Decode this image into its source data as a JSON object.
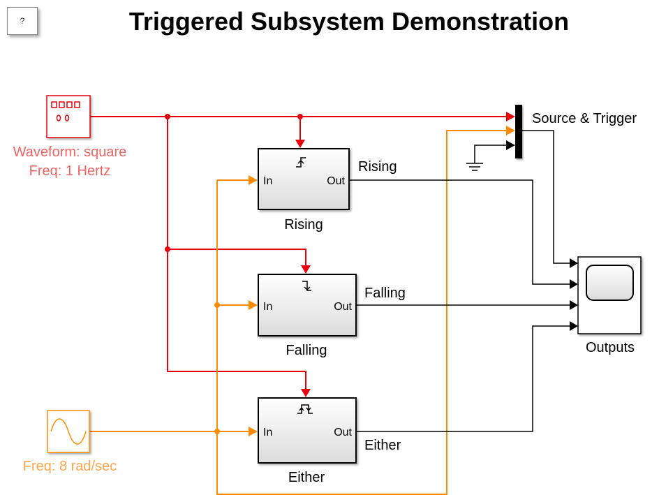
{
  "help": {
    "label": "?"
  },
  "title": "Triggered Subsystem Demonstration",
  "source_square": {
    "line1": "Waveform: square",
    "line2": "Freq: 1 Hertz"
  },
  "source_sine": {
    "label": "Freq: 8 rad/sec"
  },
  "subsystems": [
    {
      "name": "Rising",
      "in_port": "In",
      "out_port": "Out",
      "signal": "Rising",
      "trigger": "rising"
    },
    {
      "name": "Falling",
      "in_port": "In",
      "out_port": "Out",
      "signal": "Falling",
      "trigger": "falling"
    },
    {
      "name": "Either",
      "in_port": "In",
      "out_port": "Out",
      "signal": "Either",
      "trigger": "either"
    }
  ],
  "mux": {
    "signal": "Source & Trigger"
  },
  "scope": {
    "name": "Outputs"
  },
  "colors": {
    "red": "#e8000b",
    "orange": "#ff8c00",
    "black": "#000000"
  }
}
